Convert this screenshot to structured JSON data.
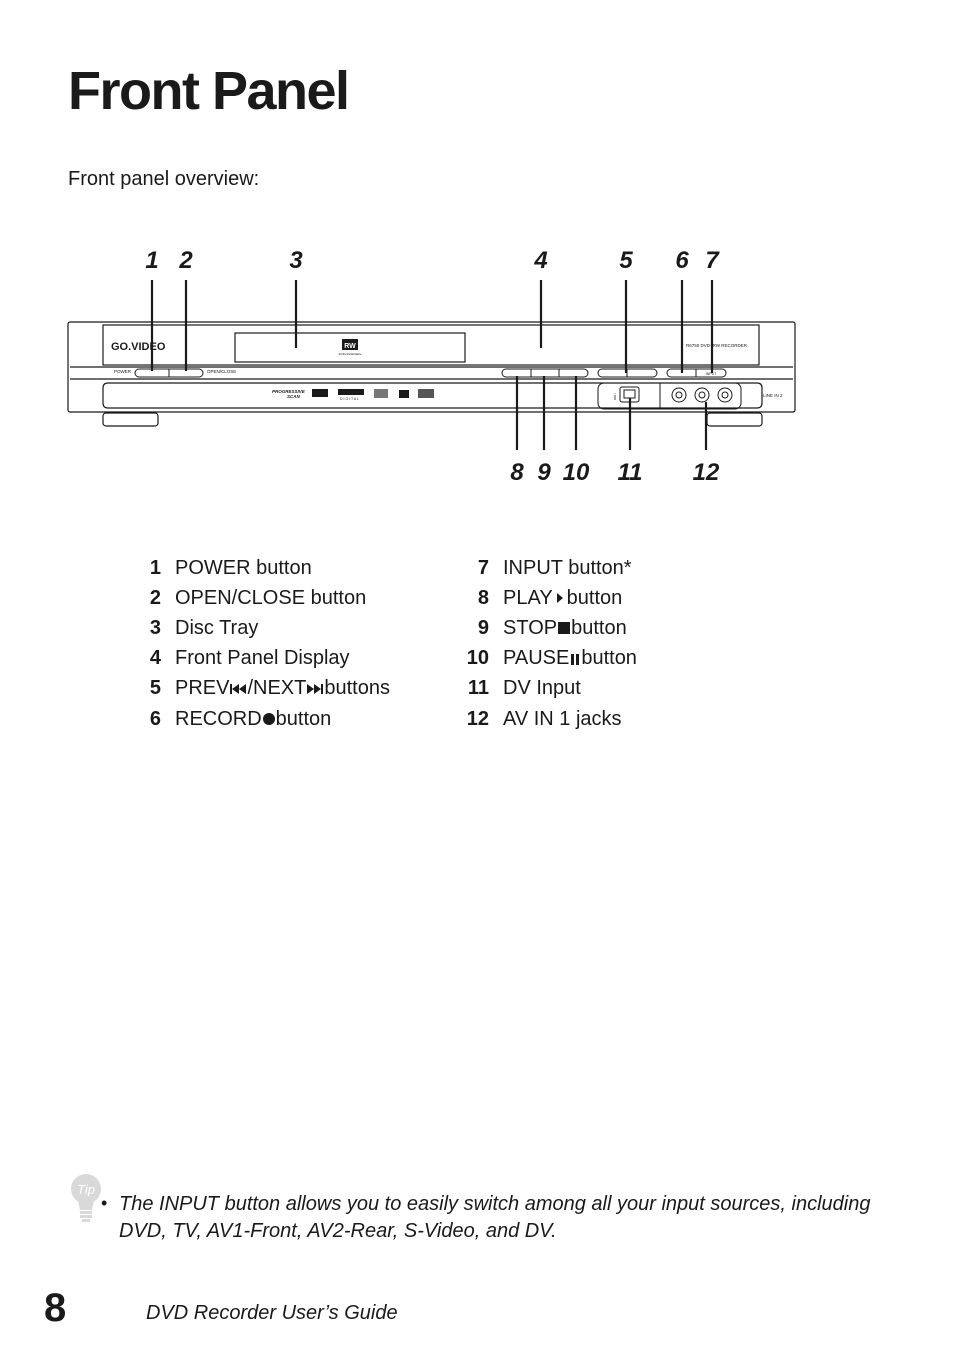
{
  "page": {
    "title": "Front Panel",
    "subtitle": "Front panel overview:",
    "page_number": "8",
    "footer": "DVD Recorder User’s Guide"
  },
  "diagram": {
    "callouts_top": [
      "1",
      "2",
      "3",
      "4",
      "5",
      "6",
      "7"
    ],
    "callouts_bottom": [
      "8",
      "9",
      "10",
      "11",
      "12"
    ],
    "panel_text": {
      "brand": "GO.VIDEO",
      "model": "R6750 DVD+RW RECORDER",
      "power": "POWER",
      "open_close": "OPEN/CLOSE",
      "line_in": "LINE IN 2",
      "rw": "RW",
      "rw_sub": "DVD+ReWritable",
      "progressive": "PROGRESSIVE",
      "scan": "SCAN",
      "digital": "D I G I T A L",
      "input": "INPUT"
    }
  },
  "legend": {
    "left": [
      {
        "num": "1",
        "text": "POWER button"
      },
      {
        "num": "2",
        "text": "OPEN/CLOSE button"
      },
      {
        "num": "3",
        "text": "Disc Tray"
      },
      {
        "num": "4",
        "text": "Front Panel Display"
      },
      {
        "num": "5",
        "pre": "PREV",
        "mid": "/NEXT",
        "post": " buttons",
        "icons": [
          "prev-icon",
          "next-icon"
        ]
      },
      {
        "num": "6",
        "pre": "RECORD ",
        "post": " button",
        "icons": [
          "record-icon"
        ]
      }
    ],
    "right": [
      {
        "num": "7",
        "text": "INPUT button*"
      },
      {
        "num": "8",
        "pre": "PLAY ",
        "post": " button",
        "icons": [
          "play-icon"
        ]
      },
      {
        "num": "9",
        "pre": "STOP ",
        "post": " button",
        "icons": [
          "stop-icon"
        ]
      },
      {
        "num": "10",
        "pre": "PAUSE ",
        "post": " button",
        "icons": [
          "pause-icon"
        ]
      },
      {
        "num": "11",
        "text": "DV Input"
      },
      {
        "num": "12",
        "text": "AV IN 1 jacks"
      }
    ]
  },
  "tip": {
    "icon_label": "Tip",
    "bullet": "•",
    "text": "The INPUT button allows you to easily switch among all your input sources, including DVD, TV, AV1-Front, AV2-Rear, S-Video, and DV."
  }
}
